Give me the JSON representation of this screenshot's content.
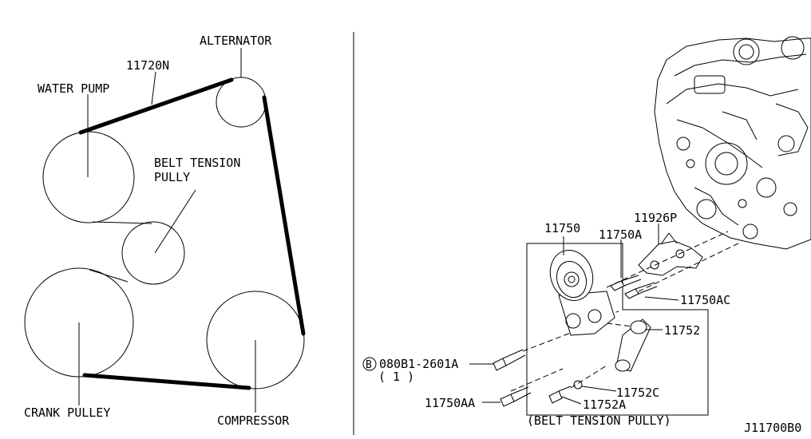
{
  "belt_diagram": {
    "labels": {
      "alternator": "ALTERNATOR",
      "belt": "11720N",
      "water_pump": "WATER PUMP",
      "tension_line1": "BELT TENSION",
      "tension_line2": "PULLY",
      "crank": "CRANK PULLEY",
      "compressor": "COMPRESSOR"
    }
  },
  "parts_diagram": {
    "labels": {
      "p11750": "11750",
      "p11750A": "11750A",
      "p11926P": "11926P",
      "p11750AC": "11750AC",
      "p11752": "11752",
      "bolt_marker": "B",
      "bolt_code": "080B1-2601A",
      "bolt_qty": "( 1 )",
      "p11750AA": "11750AA",
      "p11752C": "11752C",
      "p11752A": "11752A",
      "assembly": "(BELT TENSION PULLY)"
    }
  },
  "figure_code": "J11700B0"
}
